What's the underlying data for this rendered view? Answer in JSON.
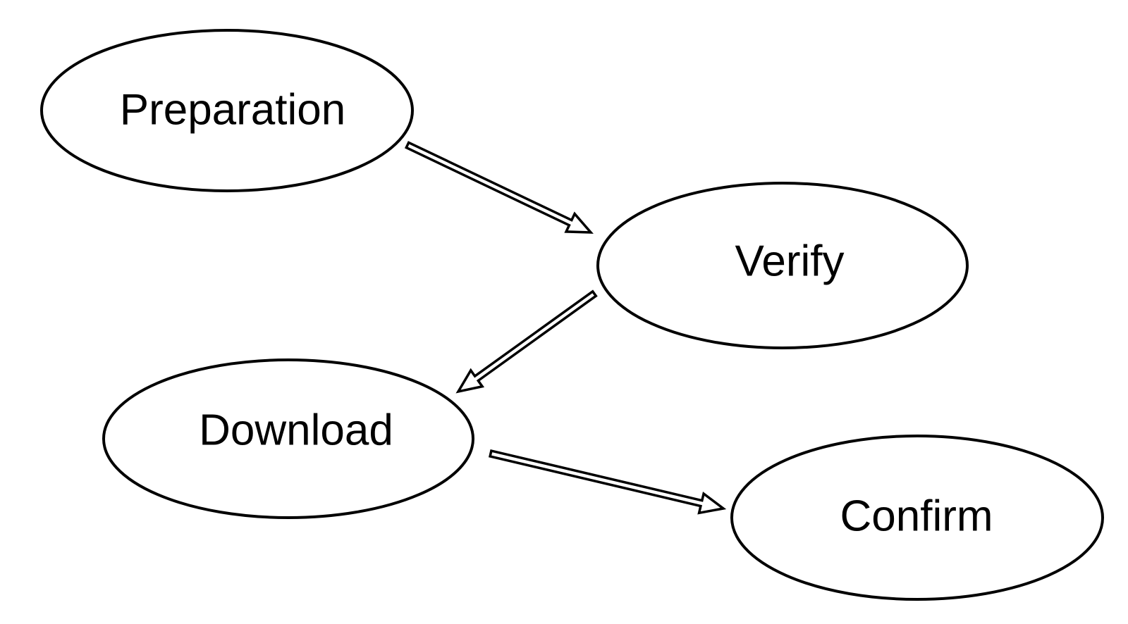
{
  "diagram": {
    "type": "flowchart",
    "background_color": "#ffffff",
    "node_fill_color": "#ffffff",
    "node_stroke_color": "#000000",
    "arrow_style": "hollow-block-arrow",
    "nodes": [
      {
        "id": "preparation",
        "label": "Preparation",
        "shape": "ellipse"
      },
      {
        "id": "verify",
        "label": "Verify",
        "shape": "ellipse"
      },
      {
        "id": "download",
        "label": "Download",
        "shape": "ellipse"
      },
      {
        "id": "confirm",
        "label": "Confirm",
        "shape": "ellipse"
      }
    ],
    "edges": [
      {
        "from": "Preparation",
        "to": "Verify"
      },
      {
        "from": "Verify",
        "to": "Download"
      },
      {
        "from": "Download",
        "to": "Confirm"
      }
    ]
  }
}
